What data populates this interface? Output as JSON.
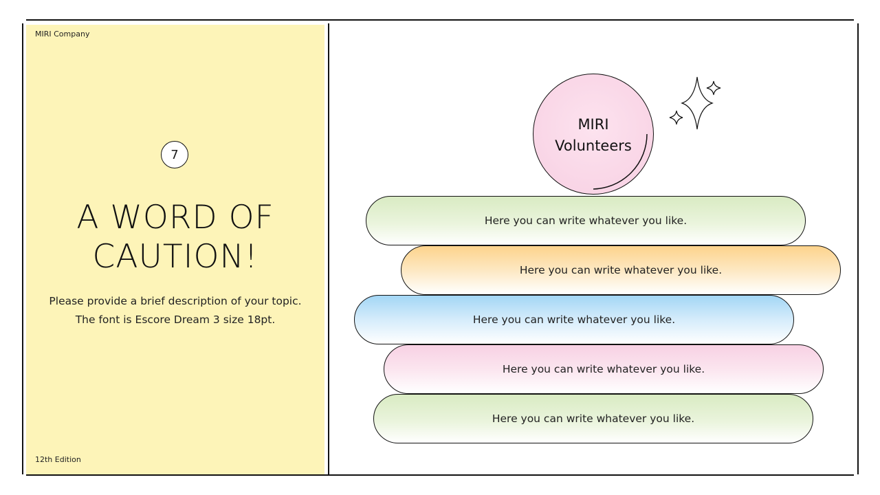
{
  "header": {
    "company": "MIRI Company"
  },
  "footer": {
    "edition": "12th Edition"
  },
  "slide": {
    "page_number": "7",
    "title_line1": "A WORD OF",
    "title_line2": "CAUTION!",
    "description_line1": "Please provide a brief description of your topic.",
    "description_line2": "The font is Escore Dream 3 size 18pt."
  },
  "badge": {
    "line1": "MIRI",
    "line2": "Volunteers"
  },
  "items": [
    {
      "text": "Here you can write whatever you like.",
      "color": "green"
    },
    {
      "text": "Here you can write whatever you like.",
      "color": "orange"
    },
    {
      "text": "Here you can write whatever you like.",
      "color": "blue"
    },
    {
      "text": "Here you can write whatever you like.",
      "color": "pink"
    },
    {
      "text": "Here you can write whatever you like.",
      "color": "green"
    }
  ],
  "colors": {
    "left_panel": "#fdf4b8",
    "green": "#d9ebc3",
    "orange": "#fdd38c",
    "blue": "#a3d6f5",
    "pink": "#f8d1e4",
    "badge": "#f7cfe2"
  },
  "icons": [
    "sparkle-icon"
  ]
}
